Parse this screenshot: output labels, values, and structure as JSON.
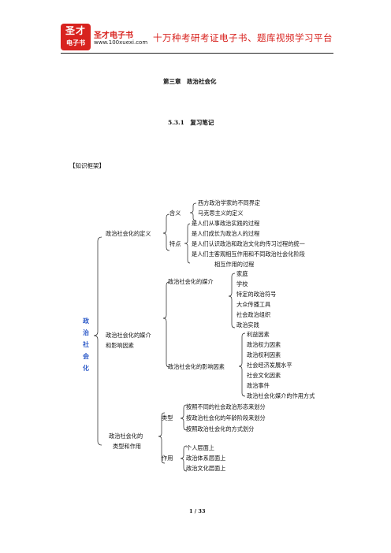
{
  "header": {
    "logo_line1": "圣才",
    "logo_line2": "电子书",
    "brand": "圣才电子书",
    "site": "www.100xuexi.com",
    "slogan": "十万种考研考证电子书、题库视频学习平台"
  },
  "chapter_title": "第三章　政治社会化",
  "section_title": "5.3.1　复习笔记",
  "framework_label": "【知识框架】",
  "root_label": [
    "政",
    "治",
    "社",
    "会",
    "化"
  ],
  "tree": {
    "b1": {
      "label": "政治社会化的定义",
      "meaning": {
        "label": "含义",
        "items": [
          "西方政治学家的不同界定",
          "马克思主义的定义"
        ]
      },
      "features": {
        "label": "特点",
        "items": [
          "是人们从事政治实践的过程",
          "是人们成长为政治人的过程",
          "是人们认识政治和政治文化的传习过程的统一",
          "是人们主客观相互作用和不同政治社会化阶段",
          "相互作用的过程"
        ]
      }
    },
    "b2": {
      "label1": "政治社会化的媒介",
      "label2": "和影响因素",
      "media": {
        "label": "政治社会化的媒介",
        "items": [
          "家庭",
          "学校",
          "特定的政治符号",
          "大众传播工具",
          "社会政治组织",
          "政治实践"
        ]
      },
      "factors": {
        "label": "政治社会化的影响因素",
        "items": [
          "利益因素",
          "政治权力因素",
          "政治权利因素",
          "社会经济发展水平",
          "社会文化因素",
          "政治事件",
          "政治社会化媒介的作用方式"
        ]
      }
    },
    "b3": {
      "label1": "政治社会化的",
      "label2": "类型和作用",
      "types": {
        "label": "类型",
        "items": [
          "按照不同的社会政治形态来划分",
          "按政治社会化的年龄阶段来划分",
          "按照政治社会化的方式划分"
        ]
      },
      "roles": {
        "label": "作用",
        "items": [
          "个人层面上",
          "政治体系层面上",
          "政治文化层面上"
        ]
      }
    }
  },
  "page_number": "1 / 33"
}
